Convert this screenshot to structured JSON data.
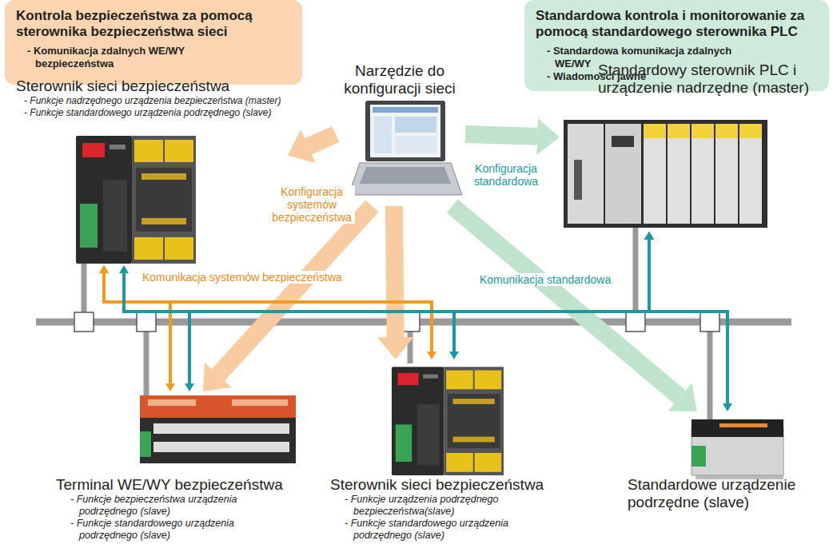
{
  "diagram": {
    "nodes": [
      {
        "text": [
          "Kontrola bezpieczeństwa za pomocą sterownika bezpieczeństwa sieci",
          "- Komunikacja zdalnych WE/WY bezpieczeństwa"
        ]
      },
      {
        "text": [
          "Narzędzie do konfiguracji sieci"
        ]
      },
      {
        "text": [
          "Standardowa kontrola i monitorowanie za pomocą standardowego sterownika PLC",
          "- Standardowa komunikacja zdalnych WE/WY",
          "- Wiadomości jawne"
        ]
      },
      {
        "text": [
          "Sterownik sieci bezpieczeństwa",
          "- Funkcje nadrzędnego urządzenia bezpieczeństwa (master)",
          "- Funkcje standardowego urządzenia podrzędnego (slave)"
        ]
      },
      {
        "text": [
          "Standardowy sterownik PLC i urządzenie nadrzędne (master)"
        ]
      },
      {
        "text": [
          "Terminal WE/WY bezpieczeństwa",
          "- Funkcje bezpieczeństwa urządzenia podrzędnego (slave)",
          "- Funkcje standardowego urządzenia podrzędnego (slave)"
        ]
      },
      {
        "text": [
          "Sterownik sieci bezpieczeństwa",
          "- Funkcje urządzenia podrzędnego bezpieczeństwa(slave)",
          "- Funkcje standardowego urządzenia podrzędnego (slave)"
        ]
      },
      {
        "text": [
          "Standardowe urządzenie podrzędne (slave)"
        ]
      }
    ],
    "edges": [
      {
        "from": 1,
        "to": 3,
        "arrow": "to",
        "label": "Konfiguracja systemów bezpieczeństwa"
      },
      {
        "from": 1,
        "to": 5,
        "arrow": "to"
      },
      {
        "from": 1,
        "to": 6,
        "arrow": "to"
      },
      {
        "from": 1,
        "to": 4,
        "arrow": "to",
        "label": "Konfiguracja standardowa"
      },
      {
        "from": 1,
        "to": 7,
        "arrow": "to"
      },
      {
        "from": 3,
        "to": 5,
        "arrow": "both",
        "label": "Komunikacja systemów bezpieczeństwa"
      },
      {
        "from": 3,
        "to": 6,
        "arrow": "both"
      },
      {
        "from": 4,
        "to": 3,
        "arrow": "both",
        "label": "Komunikacja standardowa"
      },
      {
        "from": 4,
        "to": 5,
        "arrow": "both"
      },
      {
        "from": 4,
        "to": 6,
        "arrow": "both"
      },
      {
        "from": 4,
        "to": 7,
        "arrow": "both"
      }
    ]
  }
}
